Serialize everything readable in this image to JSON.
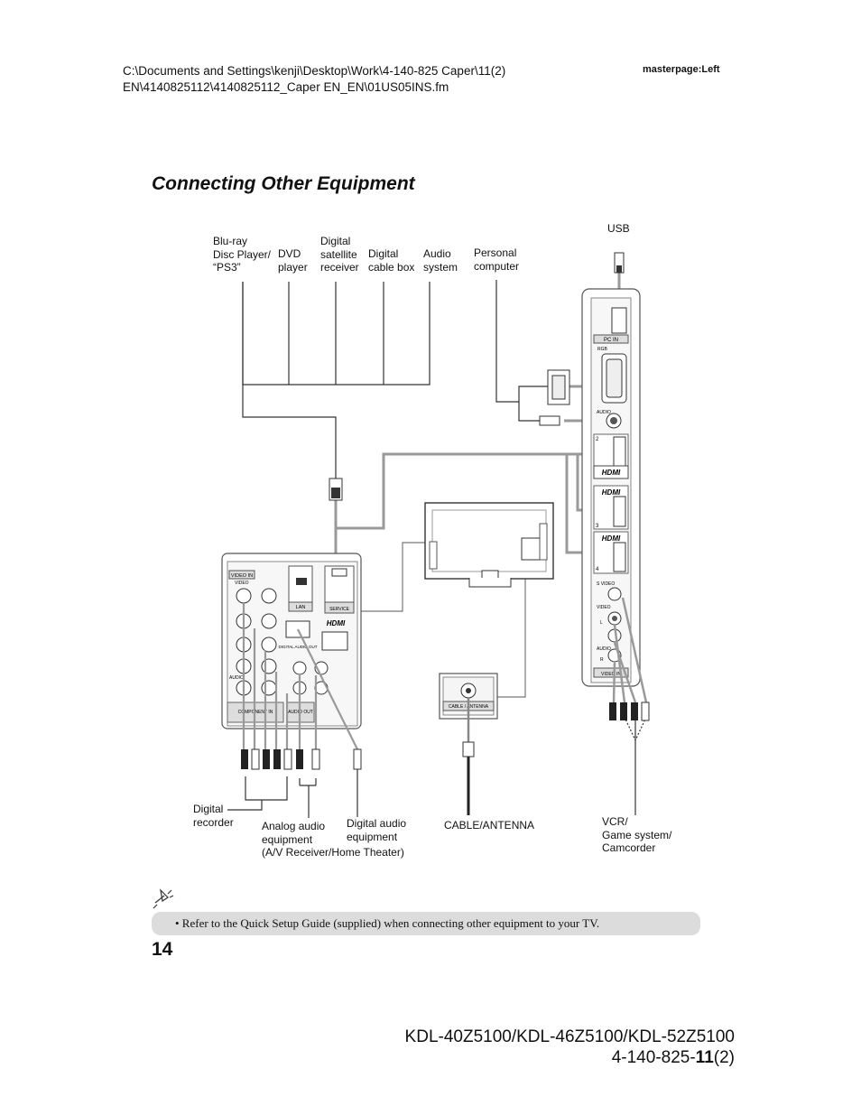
{
  "header": {
    "file_path": "C:\\Documents and Settings\\kenji\\Desktop\\Work\\4-140-825 Caper\\11(2)\nEN\\4140825112\\4140825112_Caper EN_EN\\01US05INS.fm",
    "masterpage": "masterpage:Left"
  },
  "title": "Connecting Other Equipment",
  "labels": {
    "bluray": "Blu-ray\nDisc Player/\n“PS3”",
    "dvd": "DVD\nplayer",
    "satellite": "Digital\nsatellite\nreceiver",
    "cable_box": "Digital\ncable box",
    "audio_system": "Audio\nsystem",
    "pc": "Personal\ncomputer",
    "usb": "USB",
    "digital_recorder": "Digital\nrecorder",
    "analog_audio": "Analog audio\nequipment\n    (A/V Receiver/Home Theater)",
    "digital_audio": "Digital audio\nequipment",
    "cable_antenna": "CABLE/ANTENNA",
    "vcr": "VCR/\nGame system/\nCamcorder"
  },
  "panel_labels": {
    "pc_in": "PC IN",
    "rgb": "RGB",
    "audio": "AUDIO",
    "hdmi": "HDMI",
    "in": "IN",
    "hdmi2": "2",
    "hdmi3": "3",
    "hdmi4": "4",
    "s_video": "S VIDEO",
    "video": "VIDEO",
    "l": "L",
    "r": "R",
    "video_in_2": "VIDEO IN",
    "video_in": "VIDEO IN",
    "lan": "LAN",
    "service": "SERVICE",
    "digital_audio_out": "DIGITAL AUDIO OUT",
    "component_in": "COMPONENT IN",
    "audio_out": "AUDIO OUT",
    "cable_antenna_port": "CABLE / ANTENNA"
  },
  "tip": {
    "text": "• Refer to the Quick Setup Guide (supplied) when connecting other equipment to your TV."
  },
  "page_number": "14",
  "footer": {
    "models": "KDL-40Z5100/KDL-46Z5100/KDL-52Z5100",
    "code_prefix": "4-140-825-",
    "code_bold": "11",
    "code_suffix": "(2)"
  }
}
